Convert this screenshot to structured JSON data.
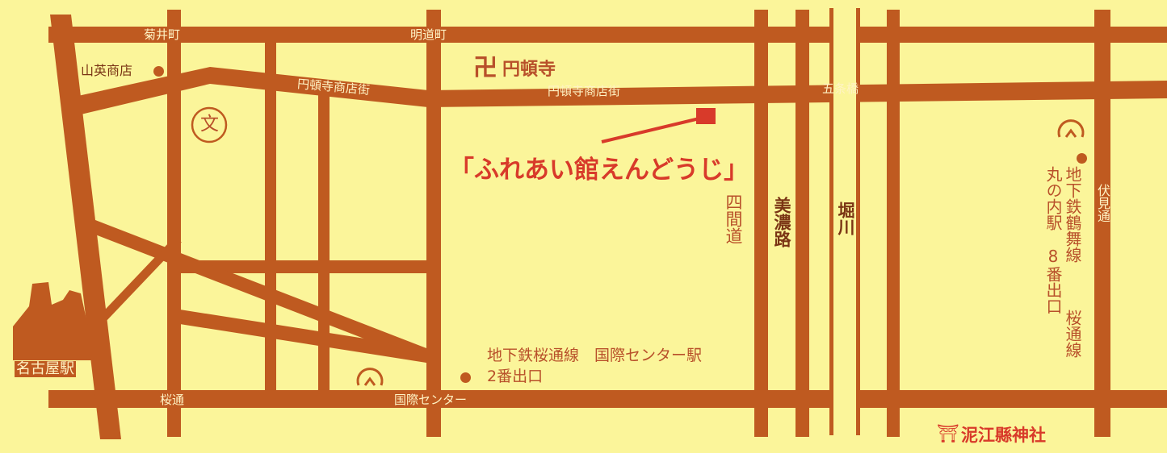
{
  "map": {
    "colors": {
      "background": "#fbf59a",
      "road": "#bf5a20",
      "accent": "#d83a2a",
      "label_light": "#fff3c4"
    },
    "roads": {
      "sakurai_cho": "菊井町",
      "myodo_cho": "明道町",
      "endonji_shotengai_w": "円頓寺商店街",
      "endonji_shotengai_e": "円頓寺商店街",
      "gojo_bashi": "五条橋",
      "sakura_dori": "桜通",
      "kokusai_center_road": "国際センター",
      "shikendo": "四間道",
      "minoji": "美濃路",
      "horikawa": "堀川",
      "fushimi_dori": "伏見通"
    },
    "landmarks": {
      "yamahide_shoten": "山英商店",
      "temple_symbol": "卍",
      "endonji": "円頓寺",
      "school_symbol": "文",
      "destination": "「ふれあい館えんどうじ」",
      "nagoya_station": "名古屋駅",
      "subway_sakura_line": "地下鉄桜通線　国際センター駅",
      "exit_2": "2番出口",
      "tsurumai_line": "地下鉄鶴舞線",
      "marunouchi_exit8": "丸の内駅　8番出口",
      "sakura_line_short": "桜通線",
      "shrine_symbol": "⛩",
      "shrine_name": "泥江縣神社"
    },
    "icons": {
      "subway": "subway-icon",
      "temple": "manji-icon",
      "school": "school-icon",
      "shrine": "torii-icon",
      "station": "station-building-icon"
    }
  }
}
